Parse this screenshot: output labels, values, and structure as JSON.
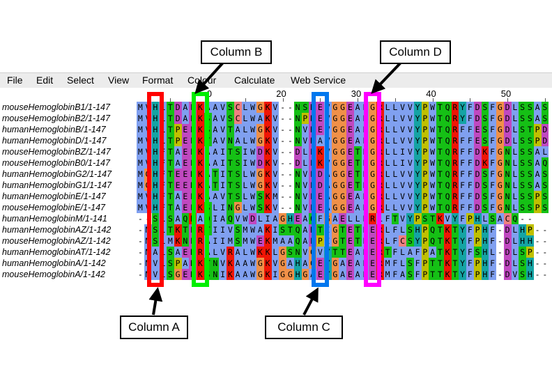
{
  "menu": [
    "File",
    "Edit",
    "Select",
    "View",
    "Format",
    "Colour",
    "Calculate",
    "Web Service"
  ],
  "ruler": {
    "start": 1,
    "labels": [
      "20",
      "30",
      "40",
      "50"
    ],
    "partial": "0"
  },
  "sequences": [
    {
      "name": "mouseHemoglobinB1/1-147",
      "seq": "MVHLTDAEKAAVSCLWGKV--NSDEVGGEALGRLLVVYPWTQRYFDSFGDLSSAS"
    },
    {
      "name": "mouseHemoglobinB2/1-147",
      "seq": "MVHLTDAEKSAVSCLWAKV--NPDEVGGEALGRLLVVYPWTQRYFDSFGDLSSAS"
    },
    {
      "name": "humanHemoglobinB/1-147",
      "seq": "MVHLTPEEKSAVTALWGKV--NVDEVGGEALGRLLVVYPWTQRFFESFGDLSTPD"
    },
    {
      "name": "humanHemoglobinD/1-147",
      "seq": "MVHLTPEEKTAVNALWGKV--NVDAVGGEALGRLLVVYPWTQRFFESFGDLSSPD"
    },
    {
      "name": "mouseHemoglobinBZ/1-147",
      "seq": "MVHFTAEEKAAITSIWDKV--DLEKVGGETLGRLLIVYPWTQRFFDKFGNLSSAL"
    },
    {
      "name": "mouseHemoglobinB0/1-147",
      "seq": "MVHFTAEEKAAITSIWDKV--DLEKVGGETLGRLLIVYPWTQRFFDKFGNLSSAQ"
    },
    {
      "name": "humanHemoglobinG2/1-147",
      "seq": "MGHFTEEDKATITSLWGKV--NVEDAGGETLGRLLVVYPWTQRFFDSFGNLSSAS"
    },
    {
      "name": "humanHemoglobinG1/1-147",
      "seq": "MGHFTEEDKATITSLWGKV--NVEDAGGETLGRLLVVYPWTQRFFDSFGNLSSAS"
    },
    {
      "name": "humanHemoglobinE/1-147",
      "seq": "MVHFTAEEKAAVTSLWSKM--NVEEAGGEALGRLLVVYPWTQRFFDSFGNLSSPS"
    },
    {
      "name": "mouseHemoglobinE/1-147",
      "seq": "MVHFTAEEKSLINGLWSKV--NVEEAGGEALGRLLVVYPWTQRFFDSFGNLSSPS"
    },
    {
      "name": "humanHemoglobinM/1-141",
      "seq": "--SLSAQRAQIAQVWDLIAGHEAQFGAELLLRLFTVYPSTKVYFPHLSACQ--"
    },
    {
      "name": "humanHemoglobinAZ/1-142",
      "seq": "-MSLTKTERTIIVSMWAKISTQADTIGTETLERLFLSHPQTKTYFPHF-DLHP--"
    },
    {
      "name": "mouseHemoglobinAZ/1-142",
      "seq": "-MSLMKNERAIIMSMWEKMAAQAEPIGTETLERLFCSYPQTKTYFPHF-DLHH--"
    },
    {
      "name": "humanHemoglobinAT/1-142",
      "seq": "-MALSAEDRALVRALWKKLGSNVGVYTTEALERTFLAFPATKTYFSHL-DLSP--"
    },
    {
      "name": "humanHemoglobinA/1-142",
      "seq": "-MVLSPADKTNVKAAWGKVGAHAGEYGAEALERMFLSFPTTKTYFPHF-DLSH--"
    },
    {
      "name": "mouseHemoglobinA/1-142",
      "seq": "-MVLSGEDKSNIKAAWGKIGGHGAEYGAEALERMFASFPTTKTYFPHF-DVSH--"
    }
  ],
  "highlight_columns": [
    {
      "label": "Column A",
      "column": 3,
      "color": "#ff0000"
    },
    {
      "label": "Column B",
      "column": 9,
      "color": "#00ee00"
    },
    {
      "label": "Column C",
      "column": 25,
      "color": "#0077ee"
    },
    {
      "label": "Column D",
      "column": 32,
      "color": "#ff00ff"
    }
  ],
  "residue_colors": {
    "hydrophobic": "#80a0f0",
    "positive": "#f01505",
    "negative": "#c048c0",
    "polar": "#15c015",
    "cysteine": "#f08080",
    "glycine": "#f09048",
    "proline": "#c0c000",
    "aromatic": "#15a4a4"
  }
}
